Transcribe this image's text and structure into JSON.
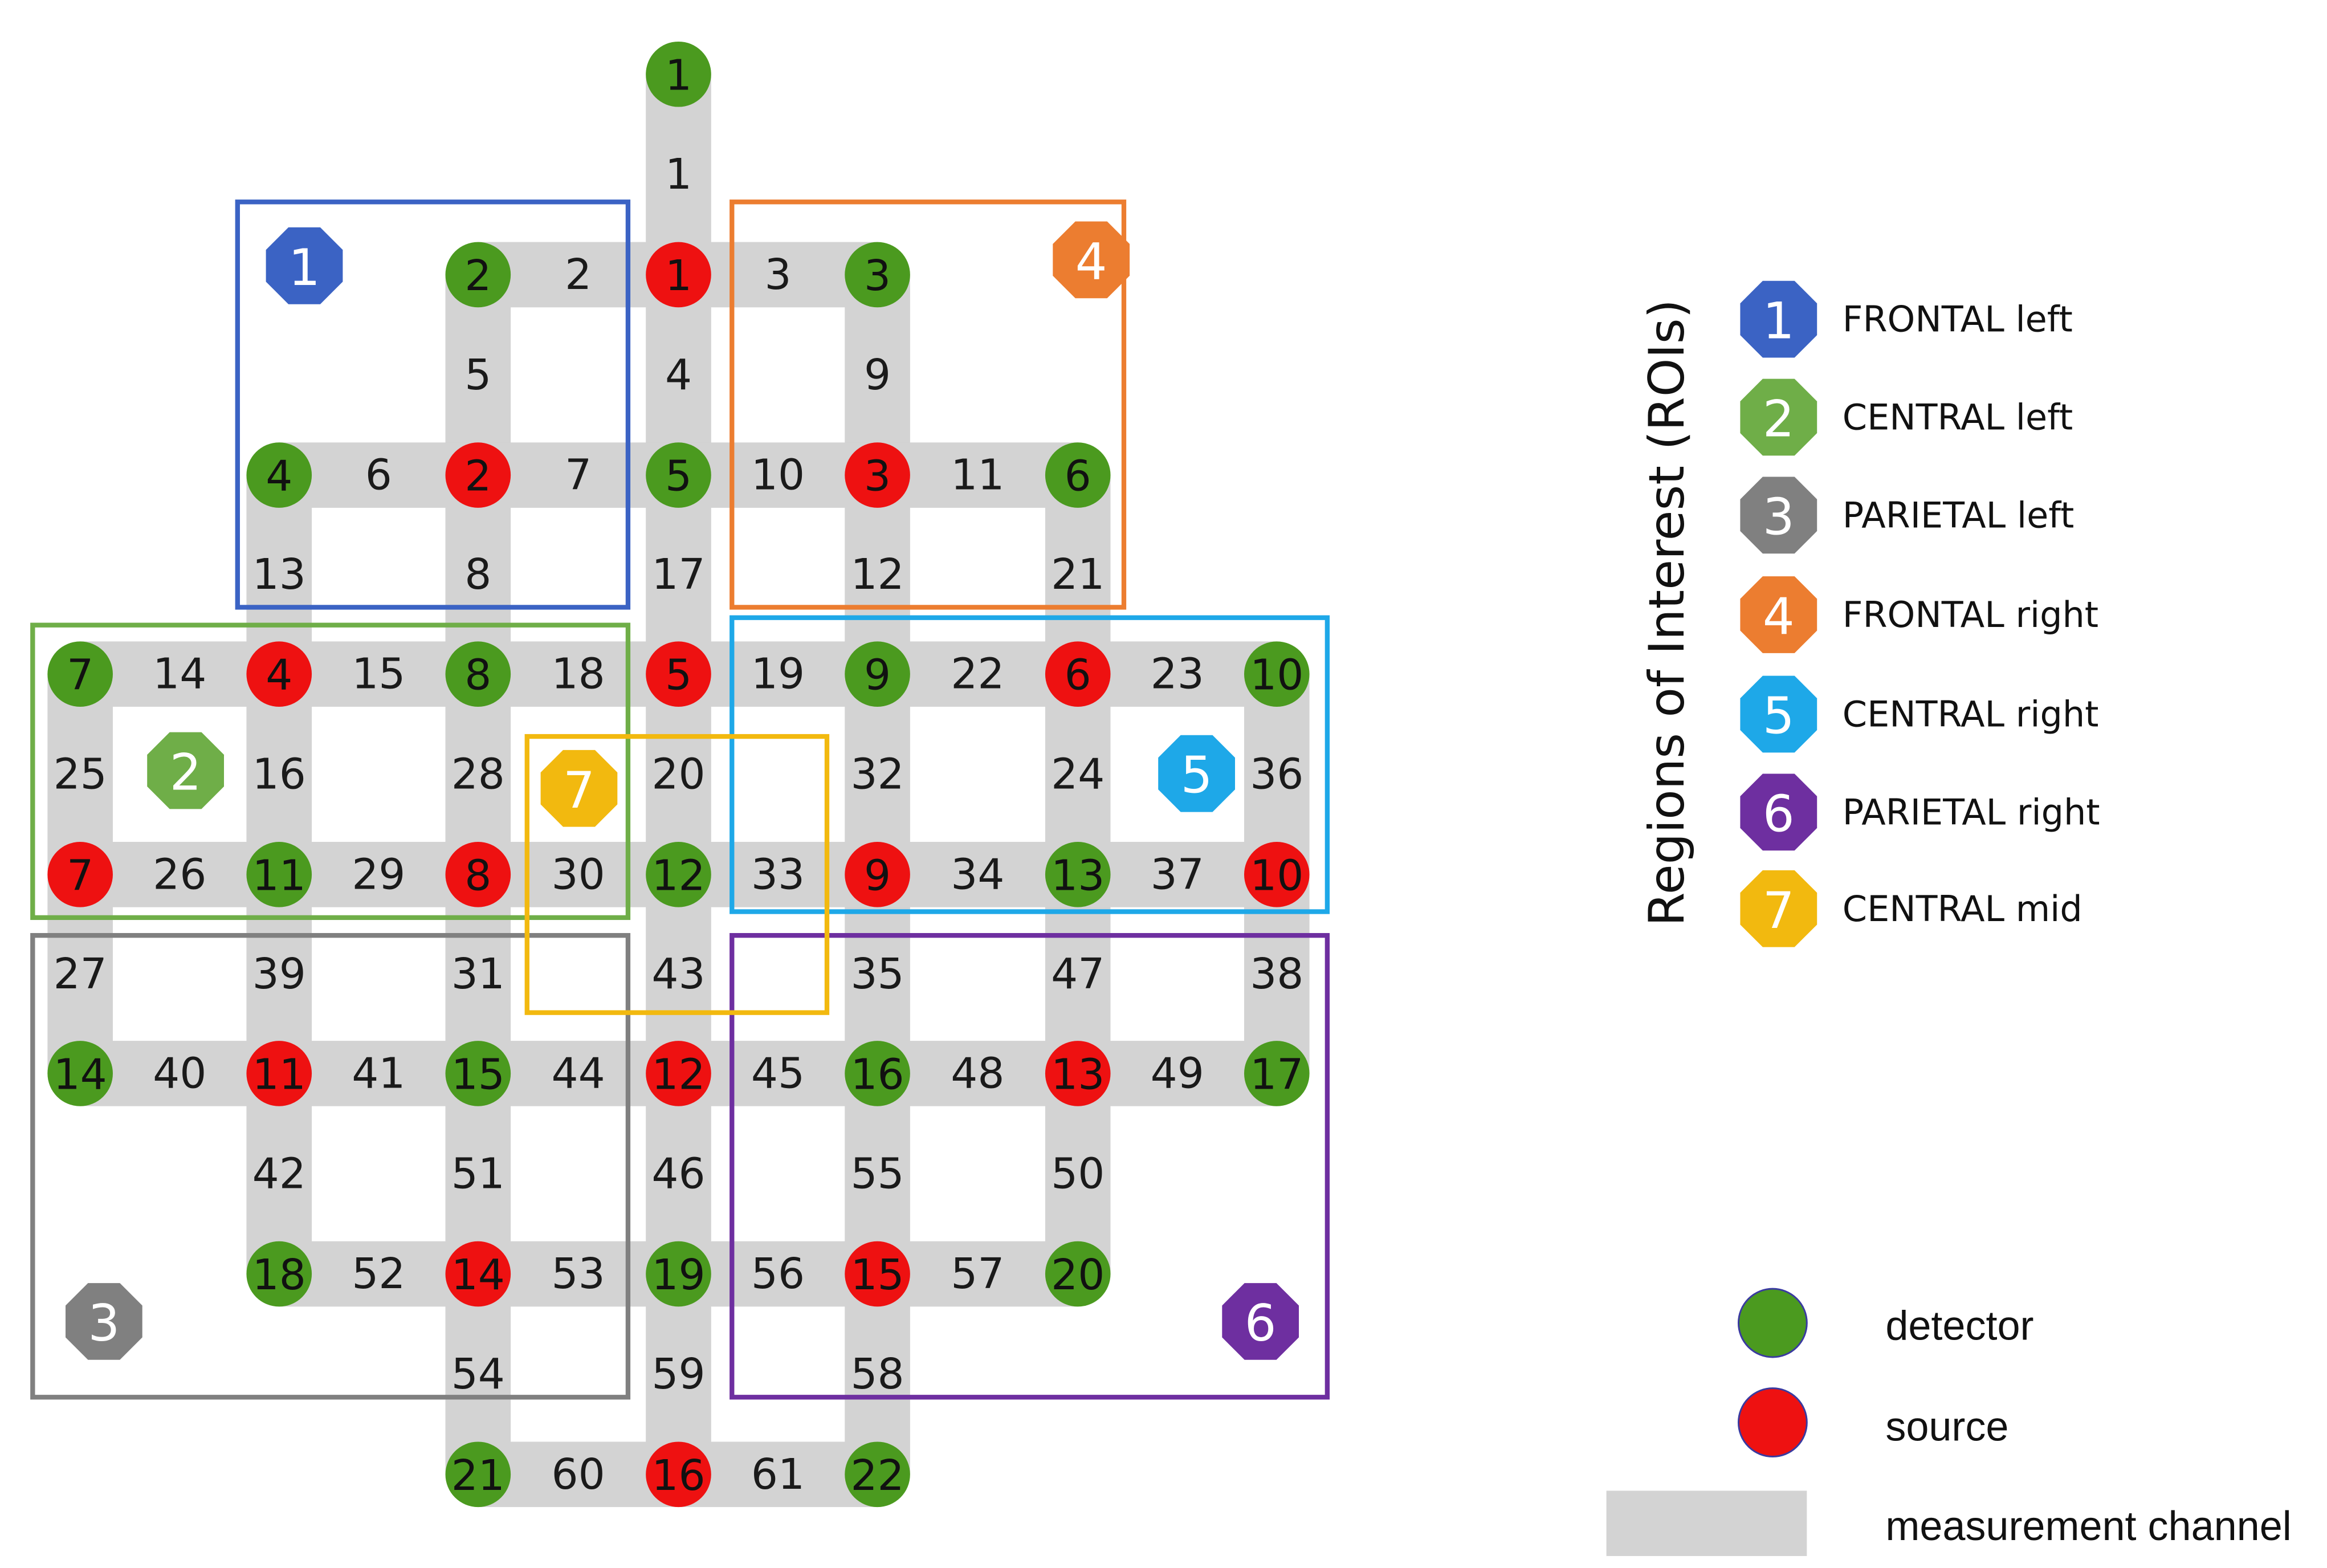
{
  "roi_legend_title": "Regions of Interest (ROIs)",
  "colors": {
    "detector": "#4b9a1f",
    "source": "#ee1111",
    "channel": "#d3d3d3",
    "roi1": "#3b63c4",
    "roi2": "#6fae48",
    "roi3": "#808080",
    "roi4": "#ec7d30",
    "roi5": "#1ea8e8",
    "roi6": "#6e2fa0",
    "roi7": "#f2b90f"
  },
  "rois": [
    {
      "id": "1",
      "label": "FRONTAL left",
      "color": "#3b63c4"
    },
    {
      "id": "2",
      "label": "CENTRAL left",
      "color": "#6fae48"
    },
    {
      "id": "3",
      "label": "PARIETAL left",
      "color": "#808080"
    },
    {
      "id": "4",
      "label": "FRONTAL right",
      "color": "#ec7d30"
    },
    {
      "id": "5",
      "label": "CENTRAL right",
      "color": "#1ea8e8"
    },
    {
      "id": "6",
      "label": "PARIETAL right",
      "color": "#6e2fa0"
    },
    {
      "id": "7",
      "label": "CENTRAL mid",
      "color": "#f2b90f"
    }
  ],
  "legend": {
    "detector": "detector",
    "source": "source",
    "channel": "measurement channel"
  },
  "detectors": [
    "1",
    "2",
    "3",
    "4",
    "5",
    "6",
    "7",
    "8",
    "9",
    "10",
    "11",
    "12",
    "13",
    "14",
    "15",
    "16",
    "17",
    "18",
    "19",
    "20",
    "21",
    "22"
  ],
  "sources": [
    "1",
    "2",
    "3",
    "4",
    "5",
    "6",
    "7",
    "8",
    "9",
    "10",
    "11",
    "12",
    "13",
    "14",
    "15",
    "16"
  ],
  "channels": [
    "1",
    "2",
    "3",
    "4",
    "5",
    "6",
    "7",
    "8",
    "9",
    "10",
    "11",
    "12",
    "13",
    "14",
    "15",
    "16",
    "17",
    "18",
    "19",
    "20",
    "21",
    "22",
    "23",
    "24",
    "25",
    "26",
    "27",
    "28",
    "29",
    "30",
    "31",
    "32",
    "33",
    "34",
    "35",
    "36",
    "37",
    "38",
    "39",
    "40",
    "41",
    "42",
    "43",
    "44",
    "45",
    "46",
    "47",
    "48",
    "49",
    "50",
    "51",
    "52",
    "53",
    "54",
    "55",
    "56",
    "57",
    "58",
    "59",
    "60",
    "61"
  ]
}
